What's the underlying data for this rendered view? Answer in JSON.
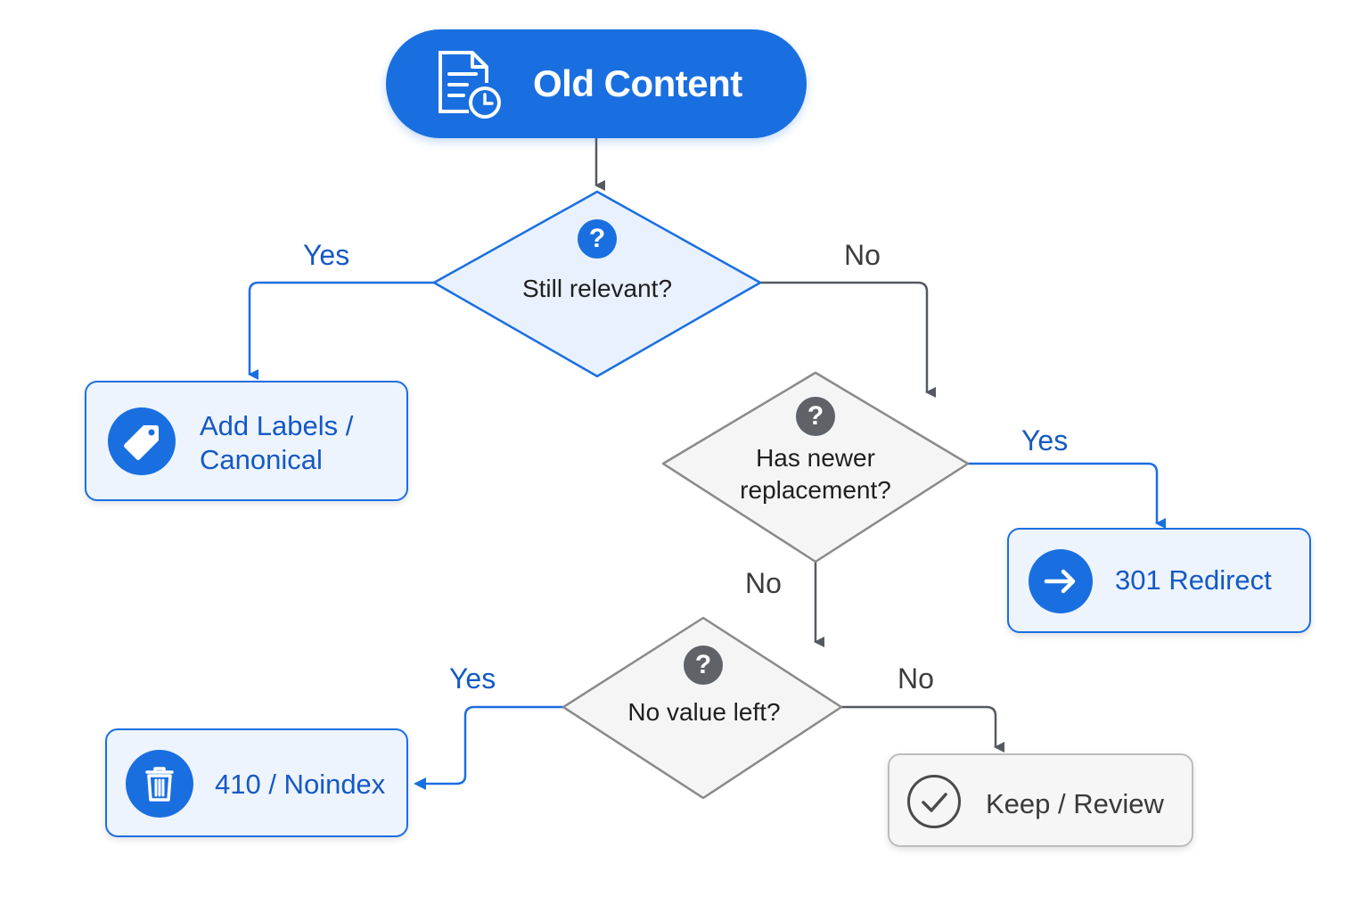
{
  "start": {
    "title": "Old Content",
    "icon": "document-clock-icon"
  },
  "decisions": [
    {
      "text": "Still relevant?",
      "icon": "question-icon",
      "color": "#1a6fe0"
    },
    {
      "text": "Has newer\nreplacement?",
      "icon": "question-icon",
      "color": "#5f6368"
    },
    {
      "text": "No value left?",
      "icon": "question-icon",
      "color": "#5f6368"
    }
  ],
  "outcomes": {
    "labels_canonical": {
      "line1": "Add Labels /",
      "line2": "Canonical",
      "icon": "tag-icon"
    },
    "redirect": {
      "label": "301 Redirect",
      "icon": "arrow-right-icon"
    },
    "noindex": {
      "label": "410 / Noindex",
      "icon": "trash-icon"
    },
    "keep": {
      "label": "Keep / Review",
      "icon": "check-circle-icon"
    }
  },
  "edges": {
    "relevant_yes": "Yes",
    "relevant_no": "No",
    "newer_yes": "Yes",
    "newer_no": "No",
    "value_yes": "Yes",
    "value_no": "No"
  },
  "colors": {
    "accent": "#1a6fe0",
    "neutral": "#5f6368"
  }
}
